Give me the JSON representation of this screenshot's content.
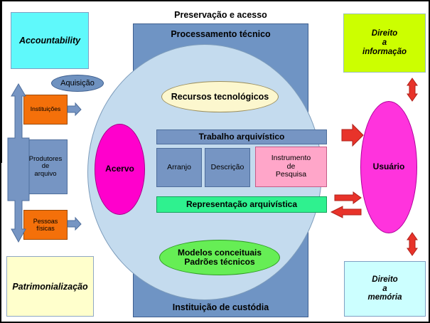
{
  "diagram": {
    "title_top": "Preservação e acesso",
    "center": {
      "process_label": "Processamento técnico",
      "custody_label": "Instituição de custódia",
      "resources_label": "Recursos tecnológicos",
      "work_label": "Trabalho arquivístico",
      "arrangement_label": "Arranjo",
      "description_label": "Descrição",
      "finding_aid_label": "Instrumento\nde\nPesquisa",
      "finding_aid_l1": "Instrumento",
      "finding_aid_l2": "de",
      "finding_aid_l3": "Pesquisa",
      "representation_label": "Representação arquivística",
      "holdings_label": "Acervo",
      "models_l1": "Modelos conceituais",
      "models_l2": "Padrões técnicos"
    },
    "left": {
      "accountability_label": "Accountability",
      "acquisition_label": "Aquisição",
      "institutions_label": "Instituições",
      "producers_l1": "Produtores",
      "producers_l2": "de",
      "producers_l3": "arquivo",
      "persons_l1": "Pessoas",
      "persons_l2": "físicas",
      "patrimonialization_label": "Patrimonialização"
    },
    "right": {
      "right_to_info_l1": "Direito",
      "right_to_info_l2": "a",
      "right_to_info_l3": "informação",
      "user_label": "Usuário",
      "right_to_memory_l1": "Direito",
      "right_to_memory_l2": "a",
      "right_to_memory_l3": "memória"
    },
    "colors": {
      "process_blue": "#6f94c4",
      "big_oval_blue": "#c4dbee",
      "accountability_cyan": "#5ff9fb",
      "patrimonialization_cream": "#ffffcc",
      "institutions_orange": "#f4700a",
      "producers_blue": "#7695c3",
      "resources_cream": "#fcf7ce",
      "finding_aid_pink": "#ffa6c9",
      "representation_green": "#2ff18f",
      "holdings_magenta": "#ff00cc",
      "models_green": "#66ee55",
      "right_to_info_lime": "#ccff00",
      "right_to_memory_cyan": "#ccffff",
      "user_magenta": "#ff33dd",
      "red_arrow": "#e8332a",
      "blue_arrow": "#7695c3"
    }
  }
}
